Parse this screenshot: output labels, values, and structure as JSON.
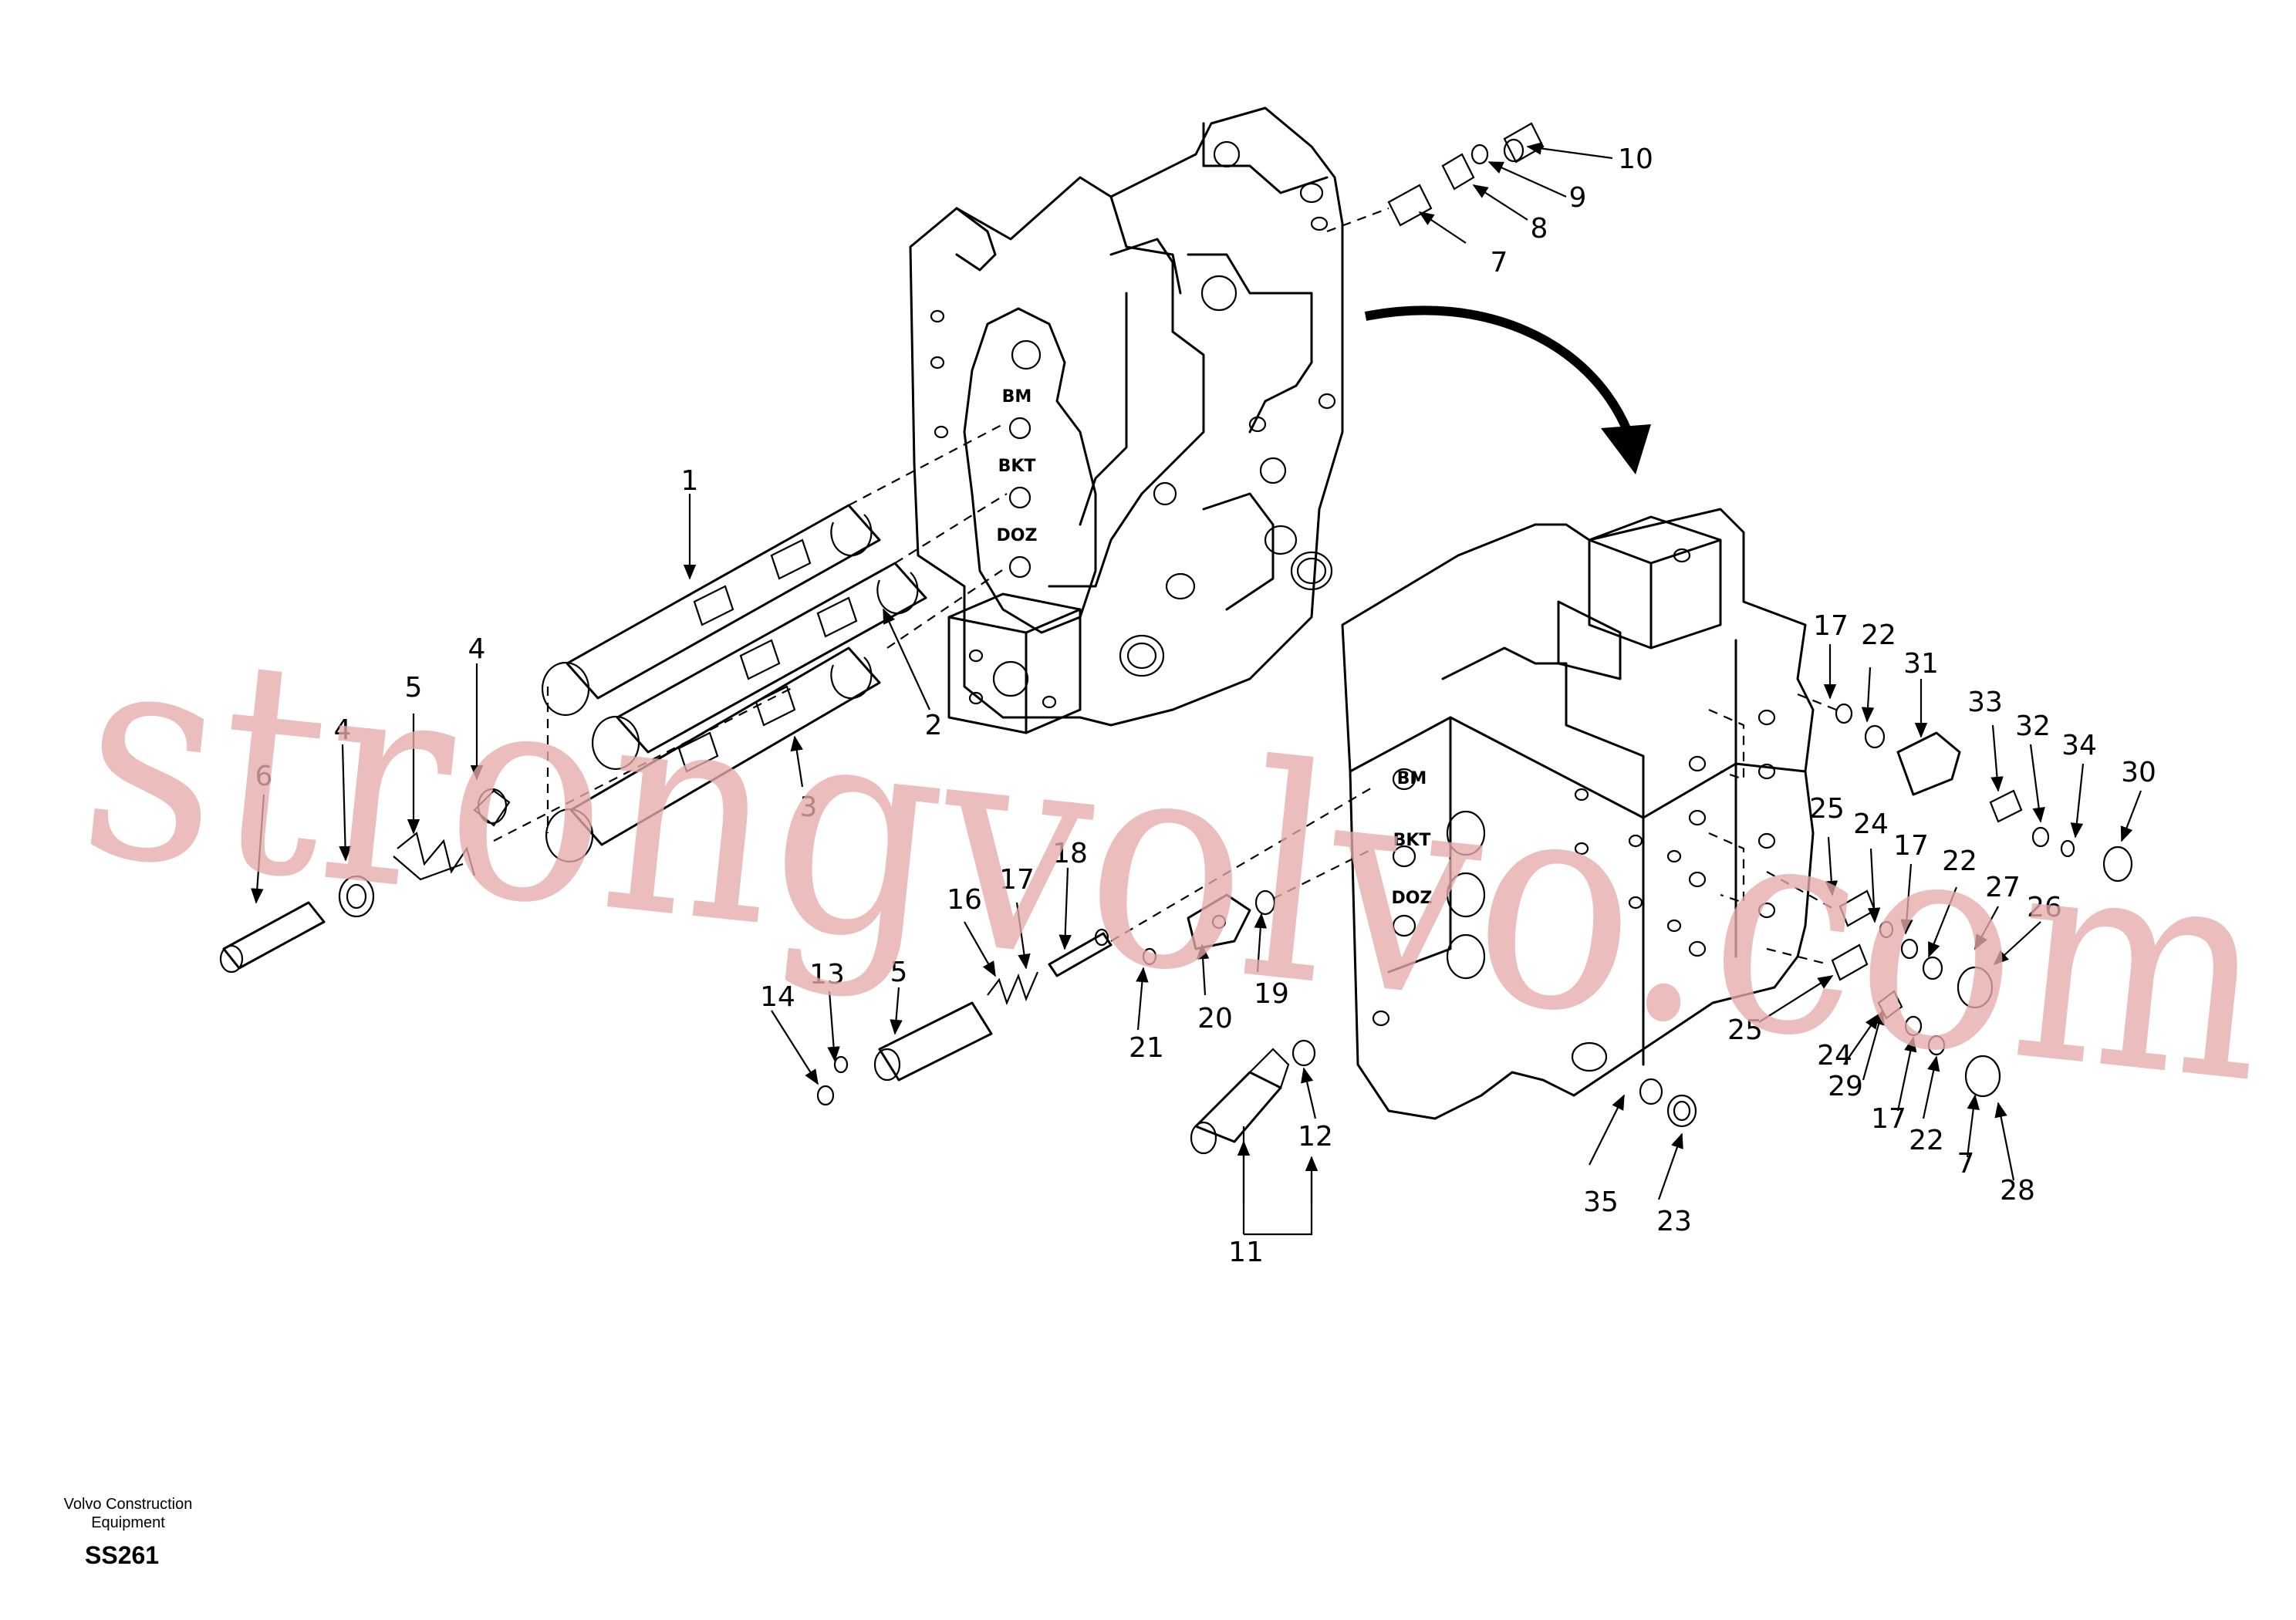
{
  "footer": {
    "brand_line1": "Volvo Construction",
    "brand_line2": "Equipment",
    "code": "SS261"
  },
  "watermark": {
    "text": "strongvolvo.com",
    "color": "#e7aaaa"
  },
  "ports": {
    "upper": [
      "BM",
      "BKT",
      "DOZ"
    ],
    "lower": [
      "BM",
      "BKT",
      "DOZ"
    ]
  },
  "callouts": [
    "1",
    "2",
    "3",
    "4",
    "4",
    "5",
    "6",
    "7",
    "8",
    "9",
    "10",
    "11",
    "12",
    "13",
    "14",
    "5",
    "16",
    "17",
    "18",
    "19",
    "20",
    "21",
    "17",
    "22",
    "31",
    "33",
    "32",
    "34",
    "30",
    "25",
    "24",
    "17",
    "22",
    "27",
    "26",
    "25",
    "24",
    "29",
    "17",
    "22",
    "7",
    "28",
    "35",
    "23"
  ]
}
